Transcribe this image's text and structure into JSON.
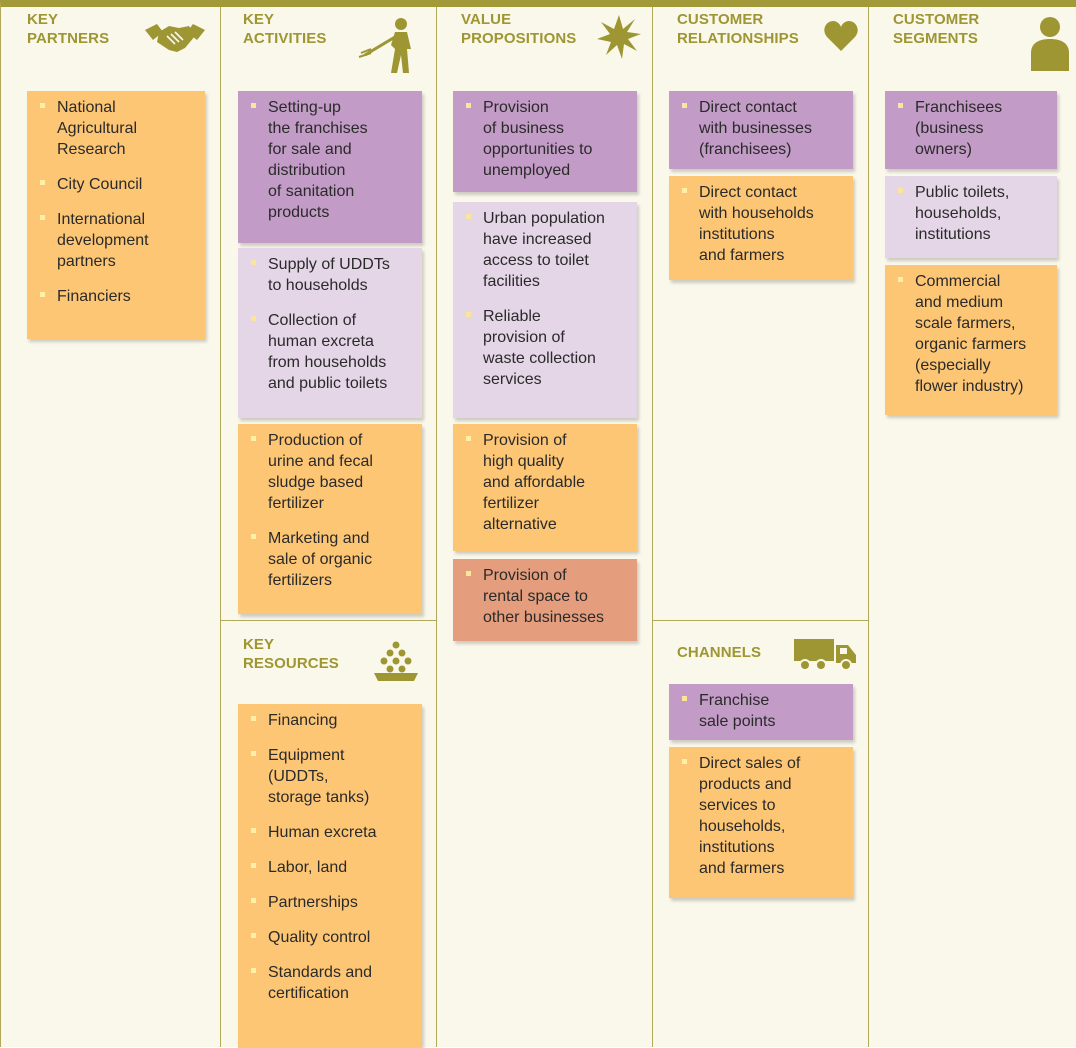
{
  "colors": {
    "header_bar": "#a29a38",
    "title_text": "#9e9632",
    "background": "#faf8eb",
    "note_orange": "#fdc674",
    "note_purple": "#c29bc6",
    "note_lilac": "#e4d5e7",
    "note_salmon": "#e49e7d"
  },
  "key_partners": {
    "title_line1": "KEY",
    "title_line2": "PARTNERS",
    "icon": "handshake-icon",
    "items": [
      "National\nAgricultural\nResearch",
      "City Council",
      "International\ndevelopment\npartners",
      "Financiers"
    ]
  },
  "key_activities": {
    "title_line1": "KEY",
    "title_line2": "ACTIVITIES",
    "icon": "worker-icon",
    "purple_items": [
      "Setting-up\nthe franchises\nfor sale and\ndistribution\nof sanitation\nproducts"
    ],
    "lilac_items": [
      "Supply of UDDTs\nto households",
      "Collection of\nhuman excreta\nfrom households\nand public toilets"
    ],
    "orange_items": [
      "Production of\nurine and fecal\nsludge based\nfertilizer",
      "Marketing and\nsale of organic\nfertilizers"
    ]
  },
  "key_resources": {
    "title_line1": "KEY",
    "title_line2": "RESOURCES",
    "icon": "resources-pile-icon",
    "items": [
      "Financing",
      "Equipment\n(UDDTs,\nstorage tanks)",
      "Human excreta",
      "Labor, land",
      "Partnerships",
      "Quality control",
      "Standards and\ncertification"
    ]
  },
  "value_propositions": {
    "title_line1": "VALUE",
    "title_line2": "PROPOSITIONS",
    "icon": "starburst-icon",
    "purple_items": [
      "Provision\nof business\nopportunities to\nunemployed"
    ],
    "lilac_items": [
      "Urban population\nhave increased\naccess to toilet\nfacilities",
      "Reliable\nprovision of\nwaste collection\nservices"
    ],
    "orange_items": [
      "Provision of\nhigh quality\nand affordable\nfertilizer\nalternative"
    ],
    "salmon_items": [
      "Provision of\nrental space to\nother businesses"
    ]
  },
  "customer_relationships": {
    "title_line1": "CUSTOMER",
    "title_line2": "RELATIONSHIPS",
    "icon": "heart-icon",
    "purple_items": [
      "Direct contact\nwith businesses\n(franchisees)"
    ],
    "orange_items": [
      "Direct contact\nwith households\ninstitutions\nand farmers"
    ]
  },
  "channels": {
    "title": "CHANNELS",
    "icon": "truck-icon",
    "purple_items": [
      "Franchise\nsale points"
    ],
    "orange_items": [
      "Direct sales of\nproducts and\nservices to\nhouseholds,\ninstitutions\nand farmers"
    ]
  },
  "customer_segments": {
    "title_line1": "CUSTOMER",
    "title_line2": "SEGMENTS",
    "icon": "person-icon",
    "purple_items": [
      "Franchisees\n(business\nowners)"
    ],
    "lilac_items": [
      "Public toilets,\nhouseholds,\ninstitutions"
    ],
    "orange_items": [
      "Commercial\nand medium\nscale farmers,\norganic farmers\n(especially\nflower industry)"
    ]
  }
}
